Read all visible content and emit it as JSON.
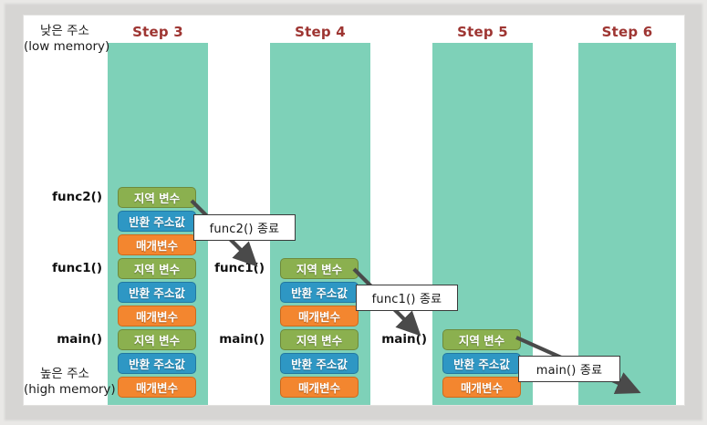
{
  "diagram": {
    "title_color": "#9e3532",
    "column_color": "#7ed1b8",
    "axis": {
      "top_line1": "낮은 주소",
      "top_line2": "(low memory)",
      "bottom_line1": "높은 주소",
      "bottom_line2": "(high memory)"
    },
    "steps": [
      {
        "label": "Step 3"
      },
      {
        "label": "Step 4"
      },
      {
        "label": "Step 5"
      },
      {
        "label": "Step 6"
      }
    ],
    "frame_labels": {
      "func2": "func2()",
      "func1": "func1()",
      "main": "main()"
    },
    "cells": {
      "local": "지역 변수",
      "ret": "반환 주소값",
      "param": "매개변수"
    },
    "cell_colors": {
      "local": "#8bb04f",
      "ret": "#2e97c4",
      "param": "#f3862f"
    },
    "callouts": [
      {
        "text": "func2() 종료"
      },
      {
        "text": "func1() 종료"
      },
      {
        "text": "main() 종료"
      }
    ],
    "stacks": [
      {
        "step": "Step 3",
        "frames": [
          {
            "name": "func2()",
            "cells": [
              "지역 변수",
              "반환 주소값",
              "매개변수"
            ]
          },
          {
            "name": "func1()",
            "cells": [
              "지역 변수",
              "반환 주소값",
              "매개변수"
            ]
          },
          {
            "name": "main()",
            "cells": [
              "지역 변수",
              "반환 주소값",
              "매개변수"
            ]
          }
        ]
      },
      {
        "step": "Step 4",
        "frames": [
          {
            "name": "func1()",
            "cells": [
              "지역 변수",
              "반환 주소값",
              "매개변수"
            ]
          },
          {
            "name": "main()",
            "cells": [
              "지역 변수",
              "반환 주소값",
              "매개변수"
            ]
          }
        ]
      },
      {
        "step": "Step 5",
        "frames": [
          {
            "name": "main()",
            "cells": [
              "지역 변수",
              "반환 주소값",
              "매개변수"
            ]
          }
        ]
      },
      {
        "step": "Step 6",
        "frames": []
      }
    ]
  }
}
